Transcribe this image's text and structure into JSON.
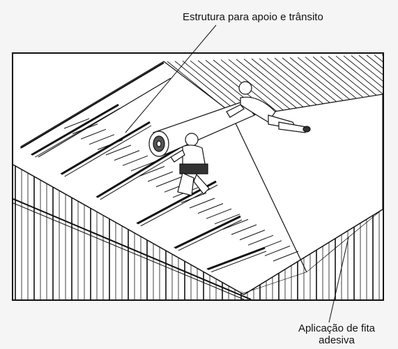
{
  "figure": {
    "labels": {
      "structure": "Estrutura para apoio e trânsito",
      "tape_line1": "Aplicação de fita",
      "tape_line2": "adesiva"
    },
    "colors": {
      "ink": "#111111",
      "paper": "#ffffff",
      "background": "#f5f5f5"
    }
  }
}
